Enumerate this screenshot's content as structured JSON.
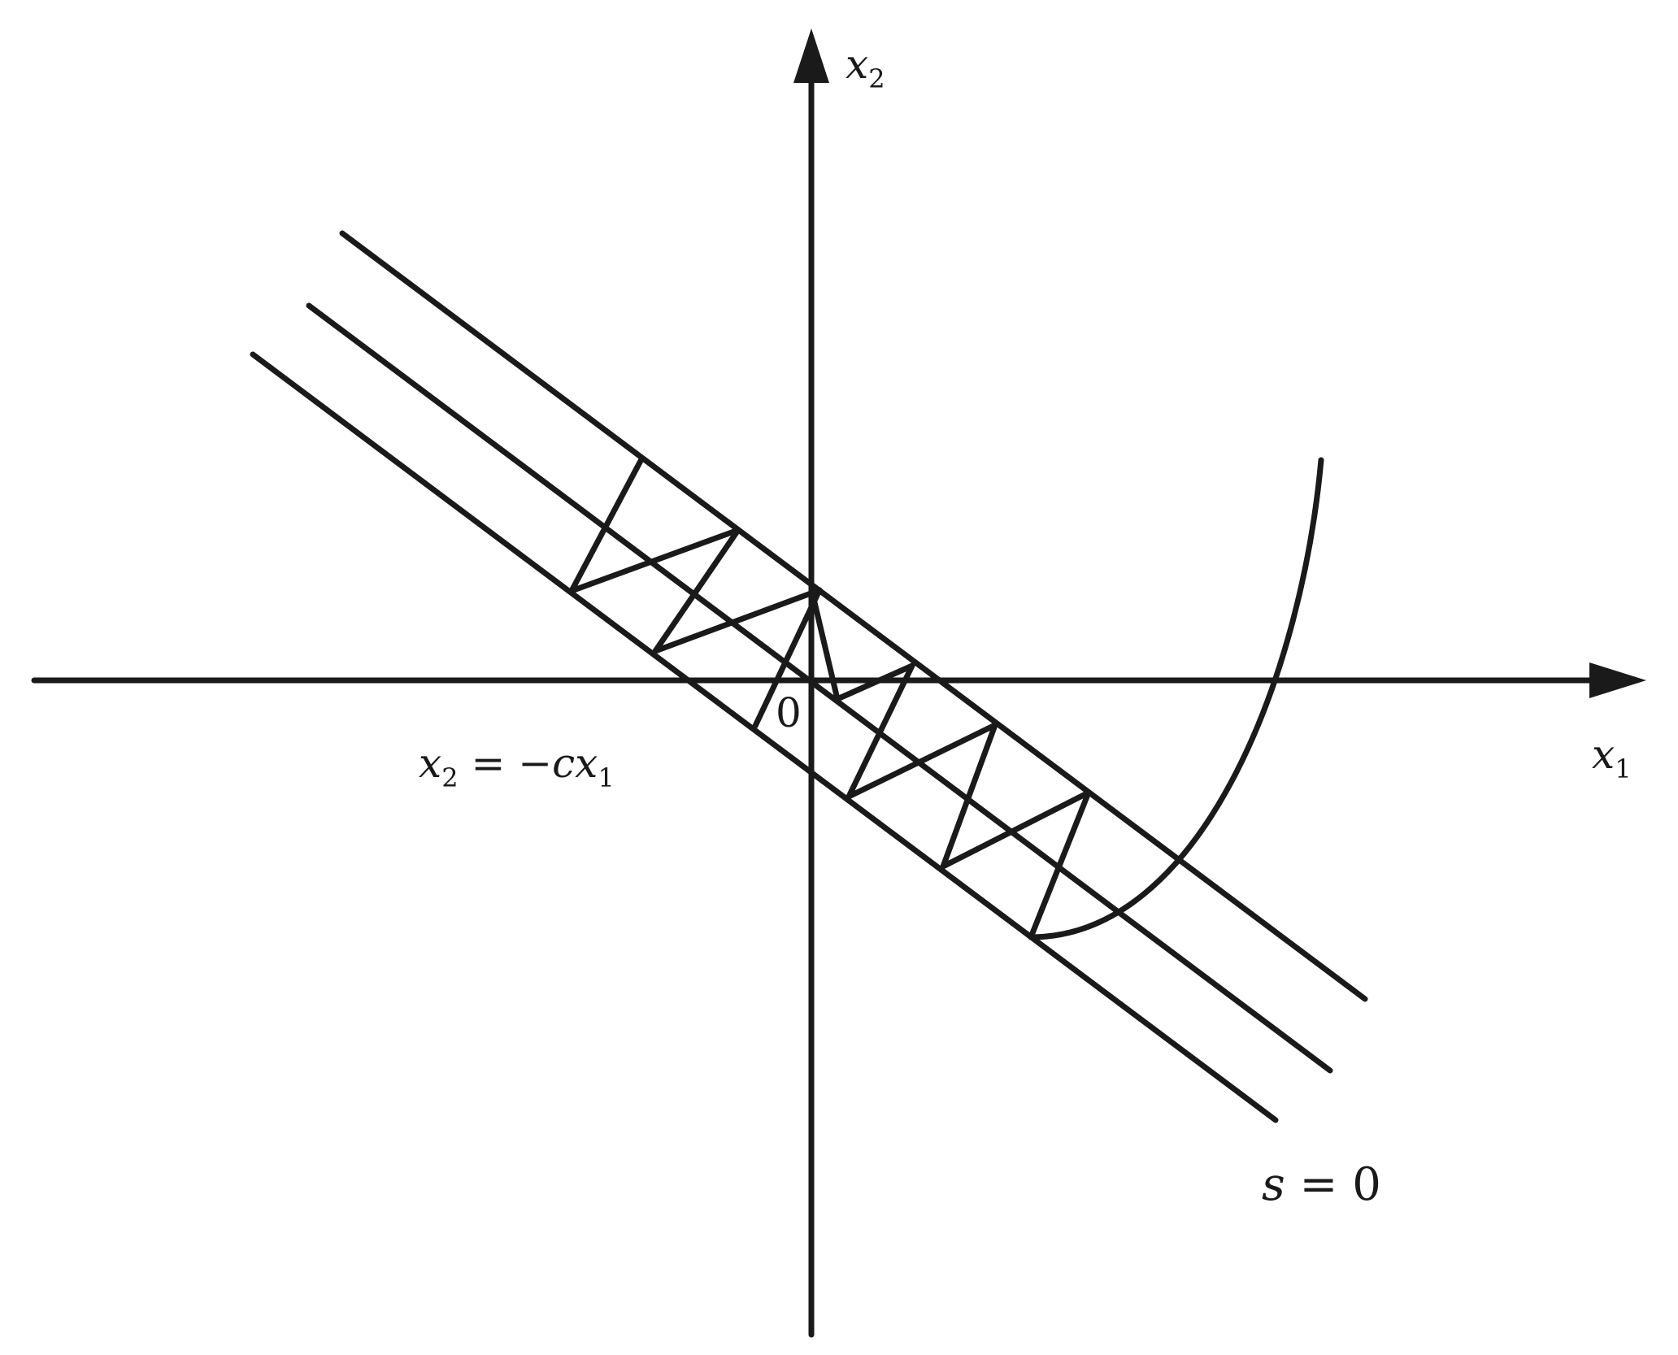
{
  "labels": {
    "x_axis": {
      "base": "x",
      "sub": "1"
    },
    "y_axis": {
      "base": "x",
      "sub": "2"
    },
    "origin": "0",
    "line_eq": {
      "lhs_base": "x",
      "lhs_sub": "2",
      "eq": " = −",
      "rhs_coef": "c",
      "rhs_base": "x",
      "rhs_sub": "1"
    },
    "switch_eq": {
      "var": "s",
      "rest": " = 0"
    }
  },
  "colors": {
    "ink": "#1a1a1a",
    "background": "#ffffff"
  }
}
